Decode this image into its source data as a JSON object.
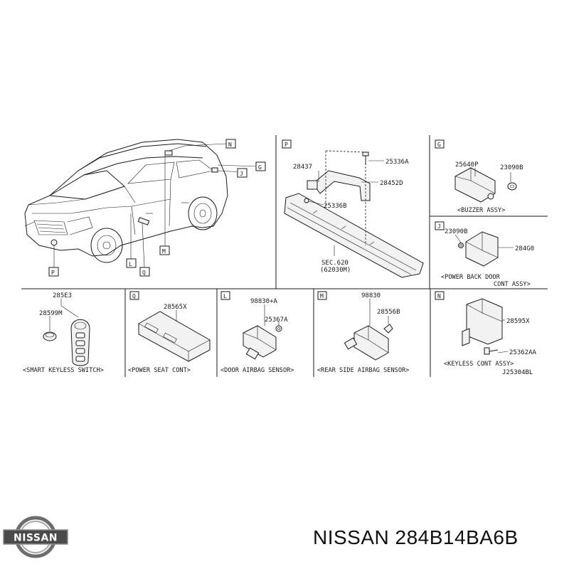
{
  "car": {
    "keys": [
      "N",
      "G",
      "J",
      "P",
      "L",
      "Q",
      "M"
    ]
  },
  "panel_p": {
    "key": "P",
    "parts": [
      "25336A",
      "28437",
      "28452D",
      "25336B",
      "SEC.620",
      "(62030M)"
    ]
  },
  "panel_g": {
    "key": "G",
    "parts": [
      "25640P",
      "23090B"
    ],
    "caption": "<BUZZER ASSY>"
  },
  "panel_j": {
    "key": "J",
    "parts": [
      "23090B",
      "284G0"
    ],
    "caption_line1": "<POWER BACK DOOR",
    "caption_line2": "CONT ASSY>"
  },
  "panel_smart": {
    "parts": [
      "285E3",
      "28599M"
    ],
    "caption": "<SMART KEYLESS SWITCH>"
  },
  "panel_q": {
    "key": "Q",
    "parts": [
      "28565X"
    ],
    "caption": "<POWER SEAT CONT>"
  },
  "panel_l": {
    "key": "L",
    "parts": [
      "98830+A",
      "25367A"
    ],
    "caption": "<DOOR AIRBAG SENSOR>"
  },
  "panel_m": {
    "key": "M",
    "parts": [
      "98830",
      "28556B"
    ],
    "caption": "<REAR SIDE AIRBAG SENSOR>"
  },
  "panel_n": {
    "key": "N",
    "parts": [
      "28595X",
      "25362AA"
    ],
    "caption": "<KEYLESS CONT ASSY>",
    "diagram_code": "J25304BL"
  },
  "footer": {
    "brand_logo_text": "NISSAN",
    "part_title": "NISSAN 284B14BA6B"
  }
}
